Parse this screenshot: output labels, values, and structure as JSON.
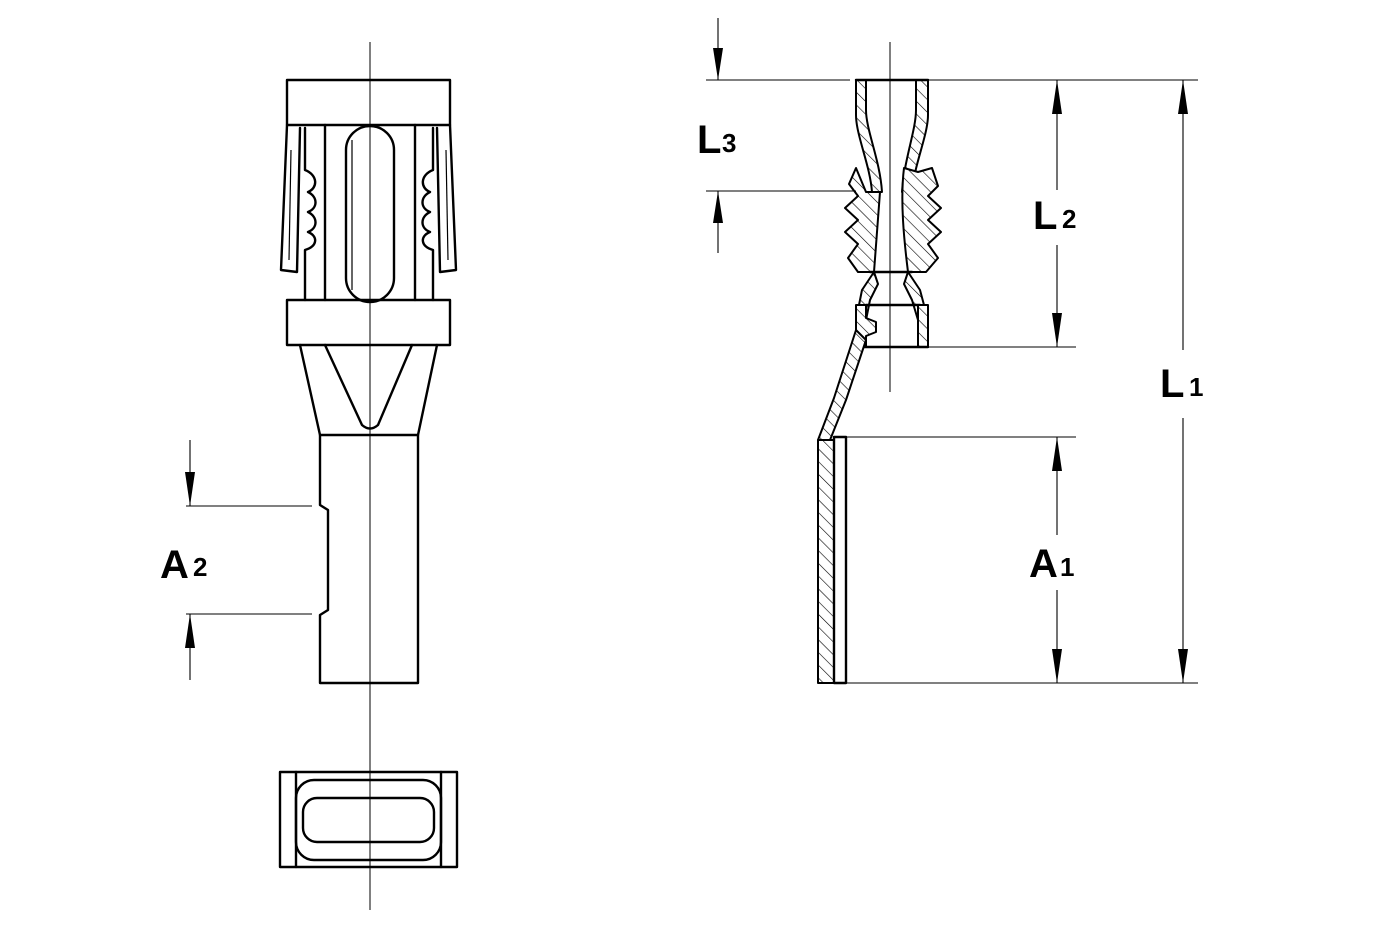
{
  "dimensions": {
    "L1": {
      "letter": "L",
      "index": "1"
    },
    "L2": {
      "letter": "L",
      "index": "2"
    },
    "L3": {
      "letter": "L",
      "index": "3"
    },
    "A1": {
      "letter": "A",
      "index": "1"
    },
    "A2": {
      "letter": "A",
      "index": "2"
    }
  }
}
